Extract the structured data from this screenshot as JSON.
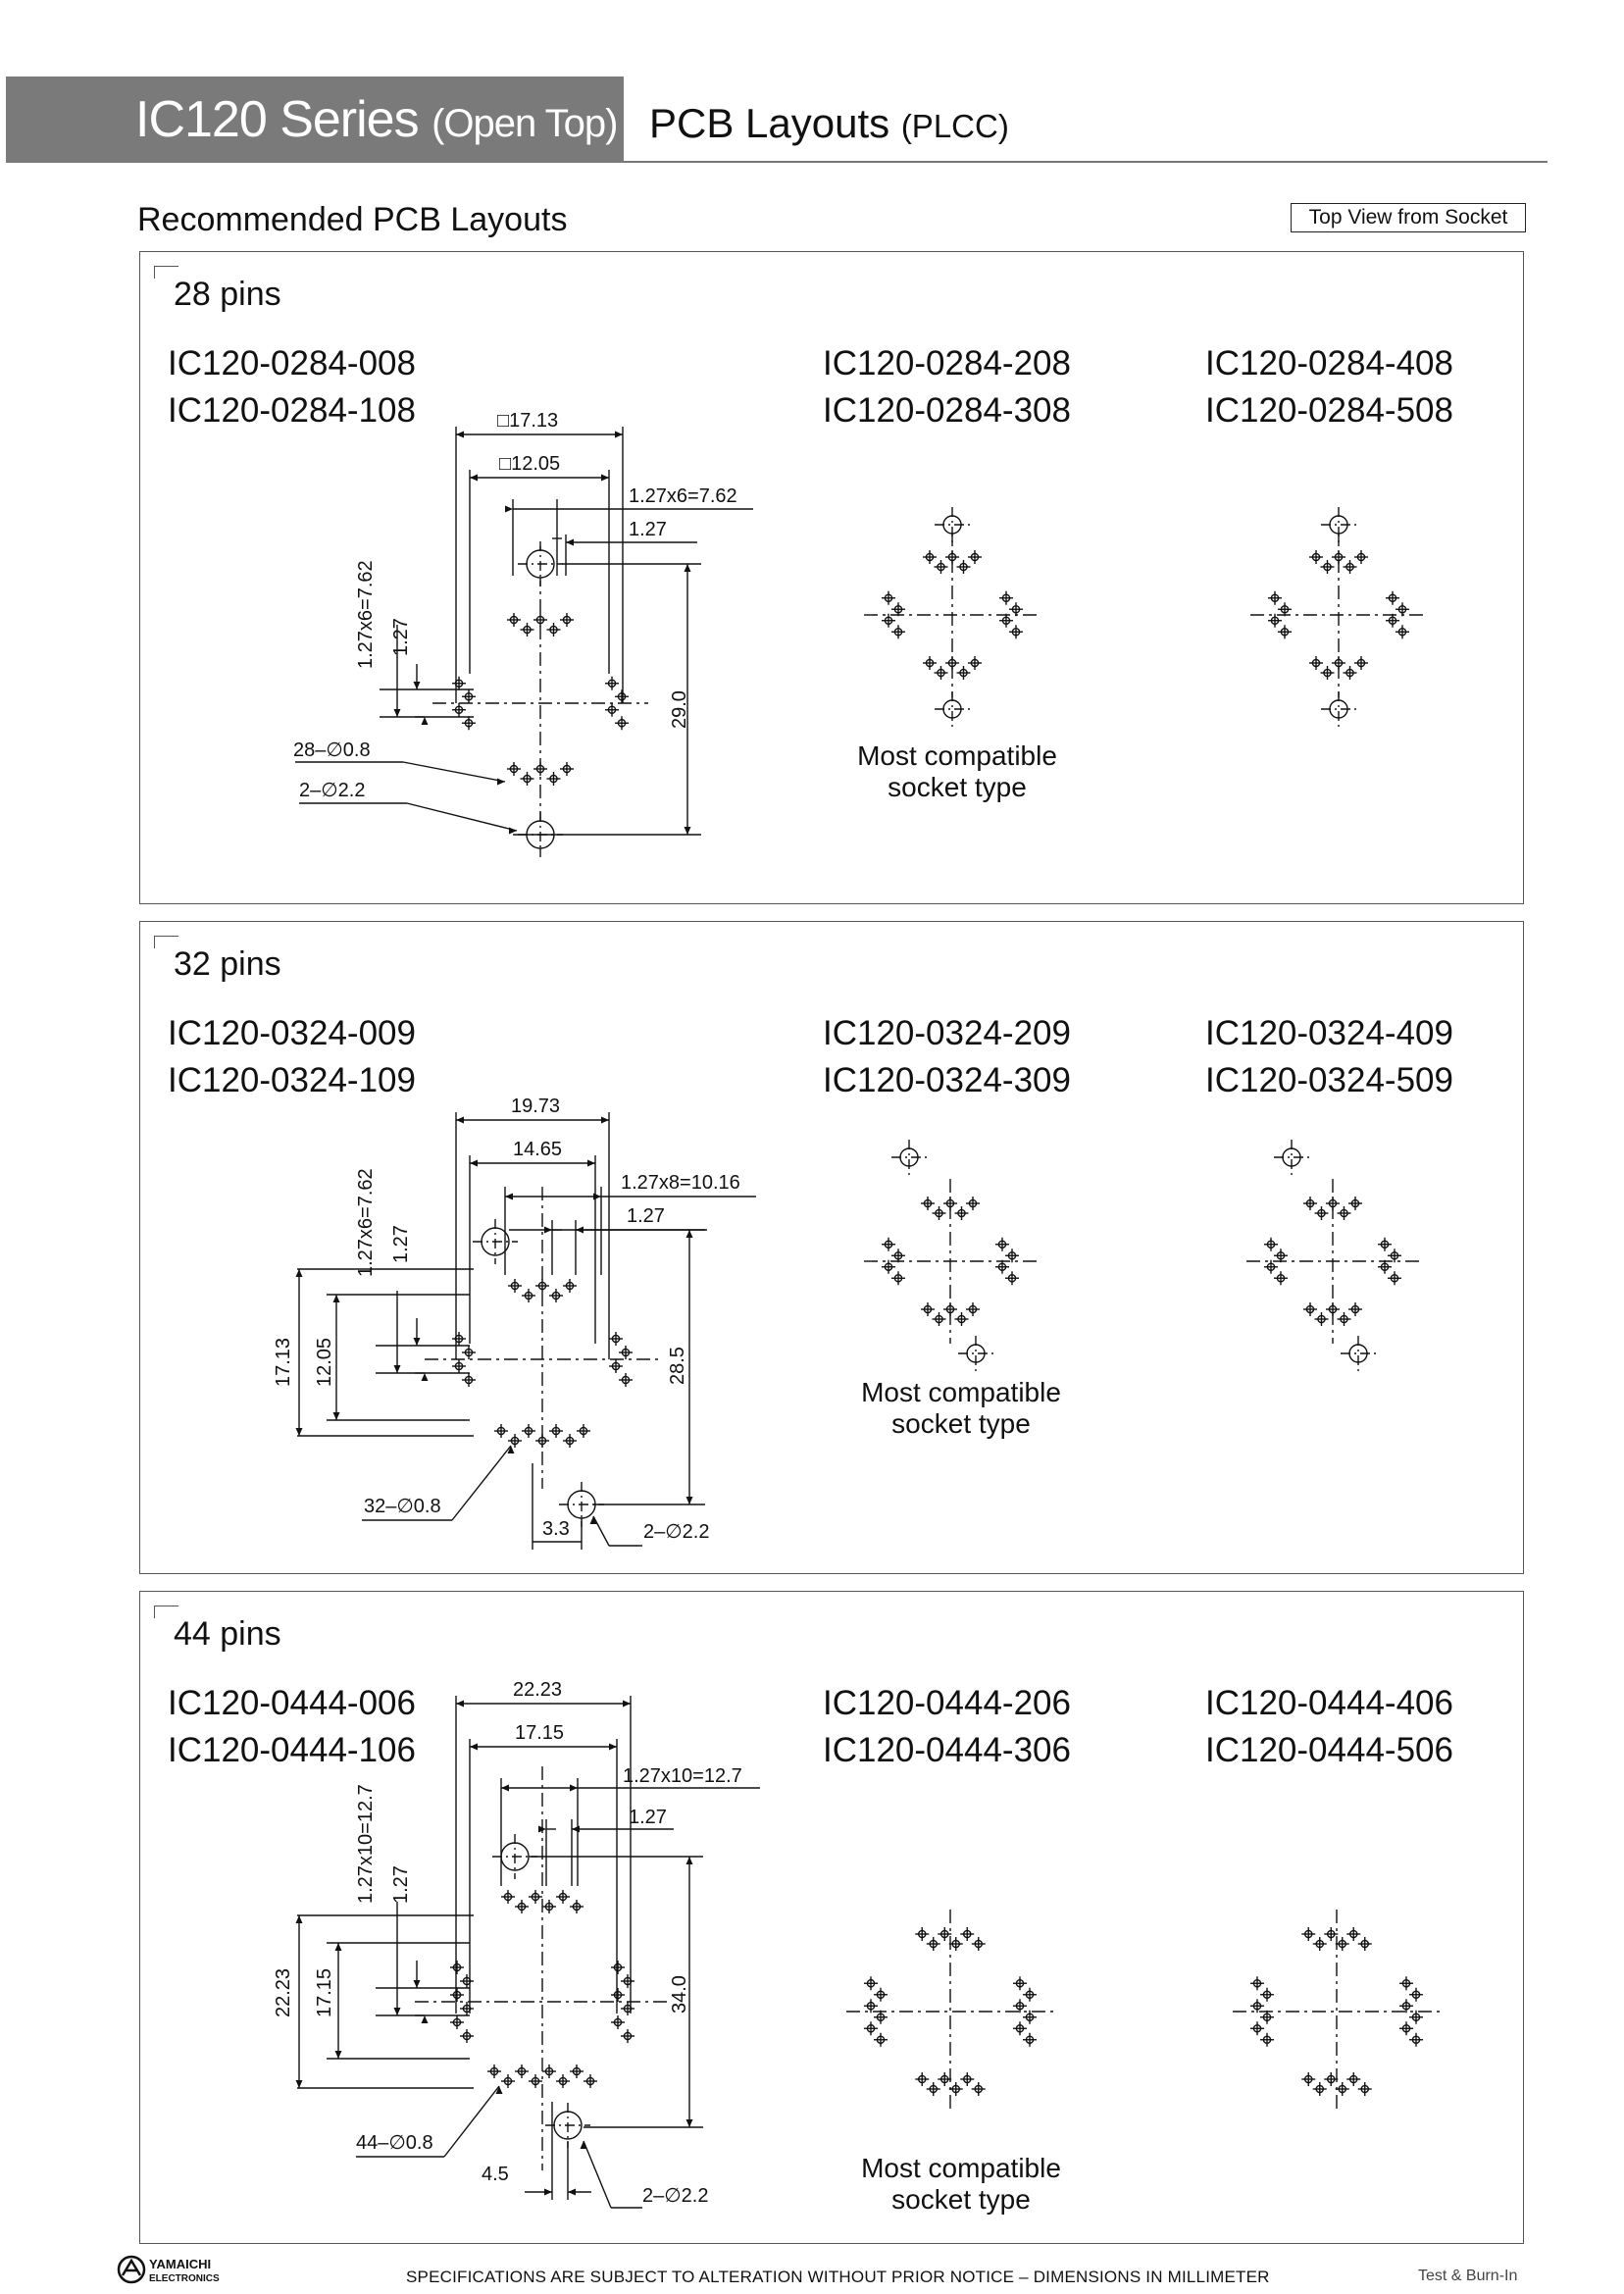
{
  "header": {
    "series": "IC120 Series",
    "series_paren": "(Open Top)",
    "topic": "PCB Layouts",
    "topic_paren": "(PLCC)"
  },
  "section_title": "Recommended PCB Layouts",
  "view_label": "Top View from Socket",
  "panels": [
    {
      "pins": "28 pins",
      "part_numbers": [
        [
          "IC120-0284-008",
          "IC120-0284-108"
        ],
        [
          "IC120-0284-208",
          "IC120-0284-308"
        ],
        [
          "IC120-0284-408",
          "IC120-0284-508"
        ]
      ],
      "note": [
        "Most compatible",
        "socket type"
      ],
      "dimensions": {
        "outer": "□17.13",
        "inner": "□12.05",
        "span": "1.27x6=7.62",
        "pitch_h": "1.27",
        "span_v": "1.27x6=7.62",
        "pitch_v": "1.27",
        "pin_holes": "28–∅0.8",
        "mount_holes": "2–∅2.2",
        "height": "29.0"
      }
    },
    {
      "pins": "32 pins",
      "part_numbers": [
        [
          "IC120-0324-009",
          "IC120-0324-109"
        ],
        [
          "IC120-0324-209",
          "IC120-0324-309"
        ],
        [
          "IC120-0324-409",
          "IC120-0324-509"
        ]
      ],
      "note": [
        "Most compatible",
        "socket type"
      ],
      "dimensions": {
        "outer": "19.73",
        "inner": "14.65",
        "span": "1.27x8=10.16",
        "pitch_h": "1.27",
        "span_v": "1.27x6=7.62",
        "pitch_v": "1.27",
        "outer_v": "17.13",
        "inner_v": "12.05",
        "pin_holes": "32–∅0.8",
        "mount_holes": "2–∅2.2",
        "height": "28.5",
        "offset": "3.3"
      }
    },
    {
      "pins": "44 pins",
      "part_numbers": [
        [
          "IC120-0444-006",
          "IC120-0444-106"
        ],
        [
          "IC120-0444-206",
          "IC120-0444-306"
        ],
        [
          "IC120-0444-406",
          "IC120-0444-506"
        ]
      ],
      "note": [
        "Most compatible",
        "socket type"
      ],
      "dimensions": {
        "outer": "22.23",
        "inner": "17.15",
        "span": "1.27x10=12.7",
        "pitch_h": "1.27",
        "span_v": "1.27x10=12.7",
        "pitch_v": "1.27",
        "outer_v": "22.23",
        "inner_v": "17.15",
        "pin_holes": "44–∅0.8",
        "mount_holes": "2–∅2.2",
        "height": "34.0",
        "offset": "4.5"
      }
    }
  ],
  "footer": {
    "logo_text": [
      "YAMAICHI",
      "ELECTRONICS"
    ],
    "notice": "SPECIFICATIONS ARE SUBJECT TO ALTERATION WITHOUT PRIOR NOTICE  –  DIMENSIONS IN MILLIMETER",
    "category": "Test & Burn-In"
  }
}
